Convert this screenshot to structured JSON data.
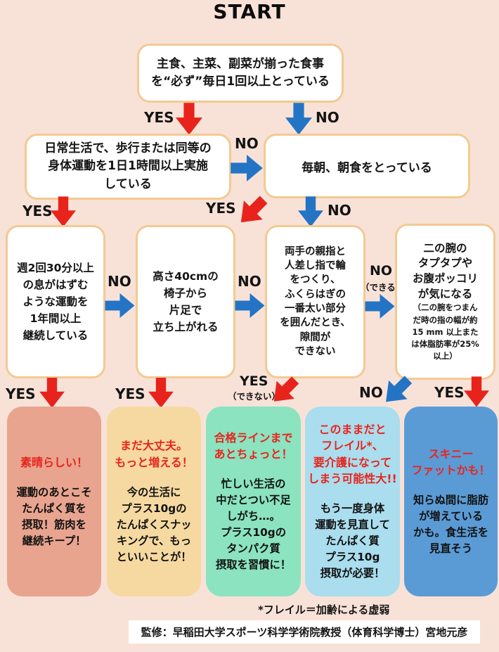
{
  "title": "START",
  "labels": {
    "yes": "YES",
    "no": "NO",
    "can_note": "（できる）",
    "cannot_note": "（できない）"
  },
  "questions": {
    "meal": "主食、主菜、副菜が揃った食事\nを“必ず”毎日1回以上とっている",
    "walk": "日常生活で、歩行または同等の\n身体運動を1日1時間以上実施\nしている",
    "breakfast": "毎朝、朝食をとっている",
    "exercise": "週2回30分以上\nの息がはずむ\nような運動を\n1年間以上\n継続している",
    "chair": "高さ40cmの\n椅子から\n片足で\n立ち上がれる",
    "calf": "両手の親指と\n人差し指で輪\nをつくり、\nふくらはぎの\n一番太い部分\nを囲んだとき、\n隙間が\nできない",
    "arm": "二の腕の\nタプタプや\nお腹ポッコリ\nが気になる",
    "arm_note": "（二の腕をつまん\nだ時の指の幅が約\n15 mm 以上また\nは体脂肪率が25%\n以上）"
  },
  "results": [
    {
      "title": "素晴らしい！",
      "body": "運動のあとこそ\nたんぱく質を\n摂取！筋肉を\n継続キープ！",
      "bg": "#e8a48f"
    },
    {
      "title": "まだ大丈夫。\nもっと増える！",
      "body": "今の生活に\nプラス10gの\nたんぱくスナッ\nキングで、もっ\nといいことが！",
      "bg": "#f5d9a1"
    },
    {
      "title": "合格ラインまで\nあとちょっと！",
      "body": "忙しい生活の\n中だとつい不足\nしがち…。\nプラス10gの\nタンパク質\n摂取を習慣に！",
      "bg": "#8be3c0"
    },
    {
      "title": "このままだと\nフレイル*、\n要介護になって\nしまう可能性大!!",
      "body": "もう一度身体\n運動を見直して\nたんぱく質\nプラス10g\n摂取が必要！",
      "bg": "#aadded"
    },
    {
      "title": "スキニー\nファットかも！",
      "body": "知らぬ間に脂肪\nが増えている\nかも。食生活を\n見直そう",
      "bg": "#5b9bd5"
    }
  ],
  "footnote": "*フレイル＝加齢による虚弱",
  "credit": "監修：早稲田大学スポーツ科学学術院教授（体育科学博士）宮地元彦",
  "colors": {
    "background": "#f8e2d8",
    "box_border": "#f2ca92",
    "yes_arrow": "#e8231c",
    "no_arrow": "#2474c5",
    "result_title": "#e8241c"
  }
}
